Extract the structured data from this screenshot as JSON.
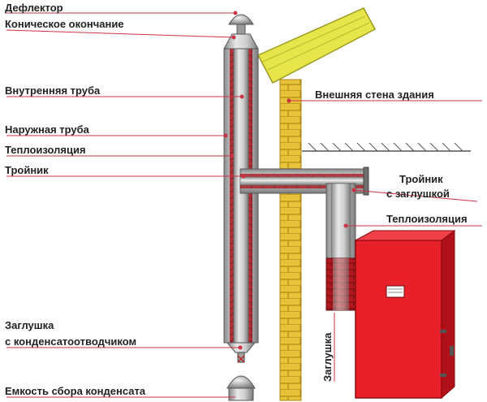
{
  "labels": {
    "deflector": "Дефлектор",
    "conical_end": "Коническое окончание",
    "inner_pipe": "Внутренняя труба",
    "outer_pipe": "Наружная труба",
    "insulation_left": "Теплоизоляция",
    "tee": "Тройник",
    "plug_condensate_line1": "Заглушка",
    "plug_condensate_line2": "с конденсатоотводчиком",
    "condensate_tank": "Емкость сбора конденсата",
    "outer_wall": "Внешняя стена здания",
    "tee_plug_line1": "Тройник",
    "tee_plug_line2": "с заглушкой",
    "insulation_right": "Теплоизоляция",
    "plug_vertical": "Заглушка"
  },
  "colors": {
    "leader": "#cc3344",
    "brick": "#e8c23a",
    "mortar": "#b8941a",
    "roof": "#e6e64a",
    "boiler": "#e8202a",
    "steel": "#b8b8b8",
    "insulation": "#9a1a22"
  }
}
